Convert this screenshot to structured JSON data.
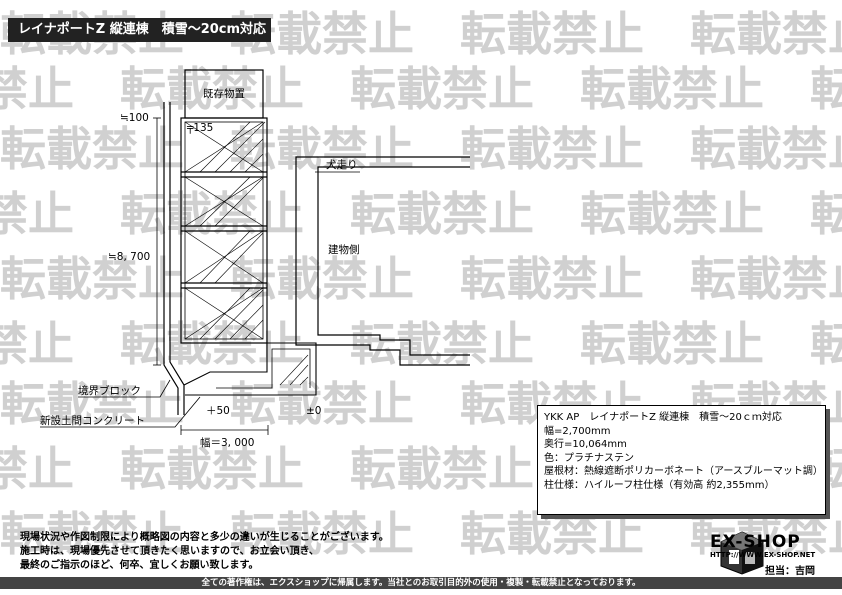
{
  "title": "レイナポートZ 縦連棟　積雪～20cm対応",
  "watermark_text": "転載禁止",
  "labels": {
    "existing_shed": "既存物置",
    "dimension_100": "≒100",
    "dimension_135": "╤135",
    "dimension_8700": "≒8, 700",
    "walkway": "犬走り",
    "building_side": "建物側",
    "boundary_block": "境界ブロック",
    "new_concrete": "新設土間コンクリート",
    "plus50": "＋50",
    "plus0": "±0",
    "width": "幅＝3, 000"
  },
  "spec": {
    "lines": [
      "YKK AP　レイナポートZ 縦連棟　積雪～20ｃｍ対応",
      "幅=2,700mm",
      "奥行=10,064mm",
      "色：プラチナステン",
      "屋根材：熱線遮断ポリカーボネート（アースブルーマット調）",
      "柱仕様：ハイルーフ柱仕様（有効高 約2,355mm）"
    ]
  },
  "notes": [
    "現場状況や作図制限により概略図の内容と多少の違いが生じることがございます。",
    "施工時は、現場優先させて頂きたく思いますので、お立会い頂き、",
    "最終のご指示のほど、何卒、宜しくお願い致します。"
  ],
  "logo": {
    "name": "EX-SHOP",
    "url": "HTTP://WWW.EX-SHOP.NET",
    "staff": "担当：吉岡"
  },
  "footer": "全ての著作権は、エクスショップに帰属します。当社とのお取引目的外の使用・複製・転載禁止となっております。",
  "colors": {
    "title_bg": "#222222",
    "watermark": "#d0d0d0",
    "footer_bg": "#444444"
  }
}
